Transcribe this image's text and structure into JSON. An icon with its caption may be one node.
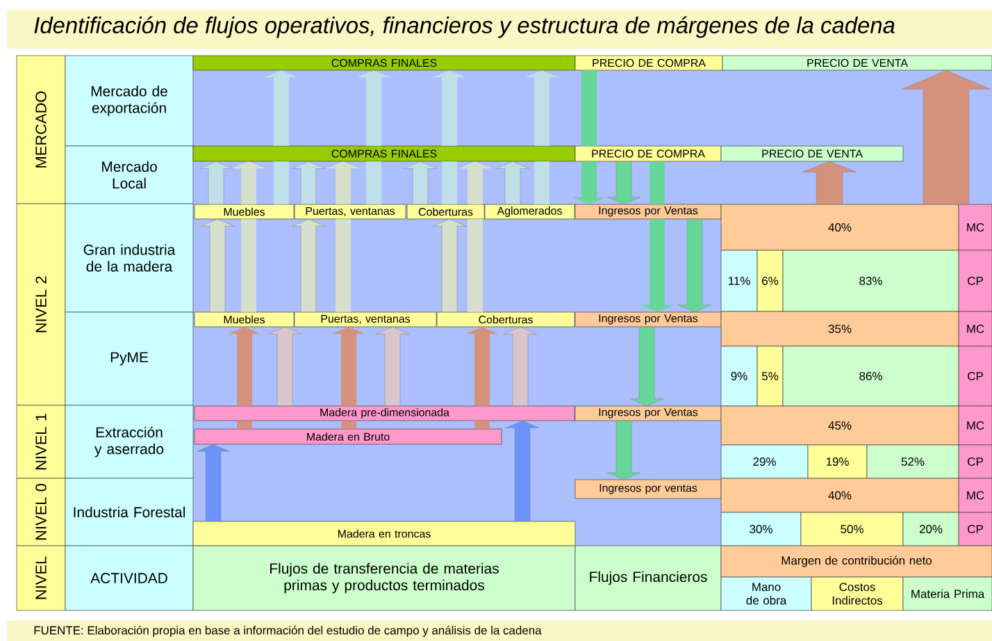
{
  "diagram": {
    "title": "Identificación de flujos operativos, financieros y estructura de márgenes de la cadena",
    "caption": "FUENTE: Elaboración propia en base a información del estudio de campo y análisis de la cadena",
    "nodes": [
      {
        "text": [
          "MERCADO"
        ]
      },
      {
        "text": [
          "Mercado de exportación"
        ]
      },
      {
        "text": [
          "Mercado Local"
        ]
      },
      {
        "text": [
          "NIVEL 2"
        ]
      },
      {
        "text": [
          "Gran industria de la madera"
        ]
      },
      {
        "text": [
          "PyME"
        ]
      },
      {
        "text": [
          "NIVEL 1"
        ]
      },
      {
        "text": [
          "Extracción y aserrado"
        ]
      },
      {
        "text": [
          "NIVEL 0"
        ]
      },
      {
        "text": [
          "Industria Forestal"
        ]
      },
      {
        "text": [
          "COMPRAS FINALES"
        ]
      },
      {
        "text": [
          "PRECIO DE COMPRA"
        ]
      },
      {
        "text": [
          "PRECIO DE VENTA"
        ]
      },
      {
        "text": [
          "COMPRAS FINALES"
        ]
      },
      {
        "text": [
          "PRECIO DE COMPRA"
        ]
      },
      {
        "text": [
          "PRECIO DE VENTA"
        ]
      },
      {
        "text": [
          "Muebles"
        ]
      },
      {
        "text": [
          "Puertas, ventanas"
        ]
      },
      {
        "text": [
          "Coberturas"
        ]
      },
      {
        "text": [
          "Aglomerados"
        ]
      },
      {
        "text": [
          "Ingresos por Ventas"
        ]
      },
      {
        "text": [
          "40%"
        ]
      },
      {
        "text": [
          "MC"
        ]
      },
      {
        "text": [
          "11%"
        ]
      },
      {
        "text": [
          "6%"
        ]
      },
      {
        "text": [
          "83%"
        ]
      },
      {
        "text": [
          "CP"
        ]
      },
      {
        "text": [
          "Muebles"
        ]
      },
      {
        "text": [
          "Puertas, ventanas"
        ]
      },
      {
        "text": [
          "Coberturas"
        ]
      },
      {
        "text": [
          "Ingresos por Ventas"
        ]
      },
      {
        "text": [
          "35%"
        ]
      },
      {
        "text": [
          "MC"
        ]
      },
      {
        "text": [
          "9%"
        ]
      },
      {
        "text": [
          "5%"
        ]
      },
      {
        "text": [
          "86%"
        ]
      },
      {
        "text": [
          "CP"
        ]
      },
      {
        "text": [
          "Madera pre-dimensionada"
        ]
      },
      {
        "text": [
          "Ingresos por Ventas"
        ]
      },
      {
        "text": [
          "45%"
        ]
      },
      {
        "text": [
          "MC"
        ]
      },
      {
        "text": [
          "Madera en Bruto"
        ]
      },
      {
        "text": [
          "29%"
        ]
      },
      {
        "text": [
          "19%"
        ]
      },
      {
        "text": [
          "52%"
        ]
      },
      {
        "text": [
          "CP"
        ]
      },
      {
        "text": [
          "Ingresos por ventas"
        ]
      },
      {
        "text": [
          "40%"
        ]
      },
      {
        "text": [
          "MC"
        ]
      },
      {
        "text": [
          "Madera en troncas"
        ]
      },
      {
        "text": [
          "30%"
        ]
      },
      {
        "text": [
          "50%"
        ]
      },
      {
        "text": [
          "20%"
        ]
      },
      {
        "text": [
          "CP"
        ]
      },
      {
        "text": [
          "NIVEL"
        ]
      },
      {
        "text": [
          "ACTIVIDAD"
        ]
      },
      {
        "text": [
          "Flujos de transferencia de materias primas y productos terminados"
        ]
      },
      {
        "text": [
          "Flujos Financieros"
        ]
      },
      {
        "text": [
          "Margen de contribución neto"
        ]
      },
      {
        "text": [
          "Mano de obra"
        ]
      },
      {
        "text": [
          "Costos Indirectos"
        ]
      },
      {
        "text": [
          "Materia Prima"
        ]
      }
    ],
    "edges": [
      {
        "from": 16,
        "to": 10,
        "arrow": "to",
        "color": "#bfe0e6"
      },
      {
        "from": 17,
        "to": 10,
        "arrow": "to",
        "color": "#bfe0e6"
      },
      {
        "from": 18,
        "to": 10,
        "arrow": "to",
        "color": "#bfe0e6"
      },
      {
        "from": 19,
        "to": 10,
        "arrow": "to",
        "color": "#bfe0e6"
      },
      {
        "from": 16,
        "to": 13,
        "arrow": "to",
        "color": "#bfe0e6"
      },
      {
        "from": 17,
        "to": 13,
        "arrow": "to",
        "color": "#bfe0e6"
      },
      {
        "from": 18,
        "to": 13,
        "arrow": "to",
        "color": "#bfe0e6"
      },
      {
        "from": 19,
        "to": 13,
        "arrow": "to",
        "color": "#bfe0e6"
      },
      {
        "from": 27,
        "to": 16,
        "arrow": "to",
        "color": "#d6dfcc"
      },
      {
        "from": 27,
        "to": 13,
        "arrow": "to",
        "color": "#d6dfcc"
      },
      {
        "from": 28,
        "to": 17,
        "arrow": "to",
        "color": "#d6dfcc"
      },
      {
        "from": 28,
        "to": 13,
        "arrow": "to",
        "color": "#d6dfcc"
      },
      {
        "from": 29,
        "to": 18,
        "arrow": "to",
        "color": "#d6dfcc"
      },
      {
        "from": 29,
        "to": 13,
        "arrow": "to",
        "color": "#d6dfcc"
      },
      {
        "from": 41,
        "to": 27,
        "arrow": "to",
        "color": "#d4917c"
      },
      {
        "from": 37,
        "to": 27,
        "arrow": "to",
        "color": "#d8c6cc"
      },
      {
        "from": 41,
        "to": 28,
        "arrow": "to",
        "color": "#d4917c"
      },
      {
        "from": 37,
        "to": 28,
        "arrow": "to",
        "color": "#d8c6cc"
      },
      {
        "from": 41,
        "to": 29,
        "arrow": "to",
        "color": "#d4917c"
      },
      {
        "from": 37,
        "to": 29,
        "arrow": "to",
        "color": "#d8c6cc"
      },
      {
        "from": 49,
        "to": 41,
        "arrow": "to",
        "color": "#6b93f8"
      },
      {
        "from": 49,
        "to": 37,
        "arrow": "to",
        "color": "#6b93f8"
      },
      {
        "from": 11,
        "to": 20,
        "arrow": "to",
        "color": "#66d699"
      },
      {
        "from": 14,
        "to": 20,
        "arrow": "to",
        "color": "#66d699"
      },
      {
        "from": 14,
        "to": 30,
        "arrow": "to",
        "color": "#66d699"
      },
      {
        "from": 20,
        "to": 30,
        "arrow": "to",
        "color": "#66d699"
      },
      {
        "from": 30,
        "to": 38,
        "arrow": "to",
        "color": "#66d699"
      },
      {
        "from": 38,
        "to": 46,
        "arrow": "to",
        "color": "#66d699"
      },
      {
        "from": 21,
        "to": 15,
        "arrow": "to",
        "color": "#d4917c"
      },
      {
        "from": 21,
        "to": 12,
        "arrow": "to",
        "color": "#d4917c"
      }
    ]
  }
}
